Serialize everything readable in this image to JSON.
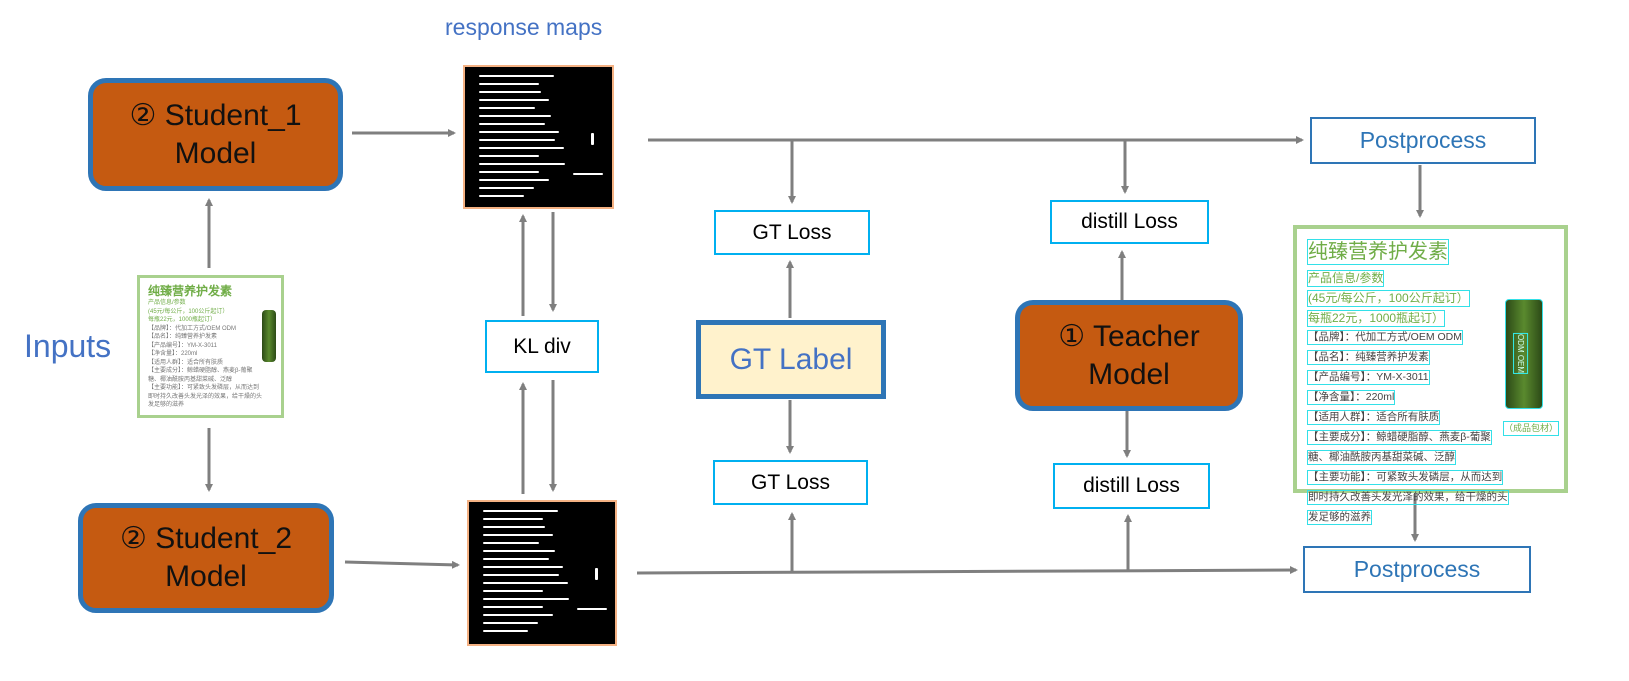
{
  "labels": {
    "response_maps": "response maps",
    "inputs": "Inputs",
    "student1": [
      "② Student_1",
      "Model"
    ],
    "student2": [
      "② Student_2",
      "Model"
    ],
    "teacher": [
      "① Teacher",
      "Model"
    ],
    "kl_div": "KL div",
    "gt_label": "GT Label",
    "gt_loss": "GT Loss",
    "distill_loss": "distill Loss",
    "postprocess": "Postprocess"
  },
  "product": {
    "title": "纯臻营养护发素",
    "subtitle": "产品信息/参数",
    "price1": "(45元/每公斤，100公斤起订）",
    "price2": "每瓶22元，1000瓶起订）",
    "lines": [
      "【品牌】：代加工方式/OEM ODM",
      "【品名】：纯臻营养护发素",
      "【产品编号】：YM-X-3011",
      "【净含量】：220ml",
      "【适用人群】：适合所有肤质",
      "【主要成分】：鲸蜡硬脂醇、燕麦β-葡聚",
      "糖、椰油酰胺丙基甜菜碱、泛醇",
      "【主要功能】：可紧致头发磷层，从而达到",
      "即时持久改善头发光泽的效果，给干燥的头",
      "发足够的滋养"
    ],
    "bottle_label": "ODM OEM",
    "tag": "（成品包材）"
  },
  "colors": {
    "model": "#c55a11",
    "border_blue": "#2e75b6",
    "text_blue": "#4472c4",
    "loss_border": "#00b0f0",
    "gt_fill": "#fff2cc",
    "arrow": "#7f7f7f",
    "image_border": "#a9d18e",
    "detect_box": "#33e0e8"
  }
}
